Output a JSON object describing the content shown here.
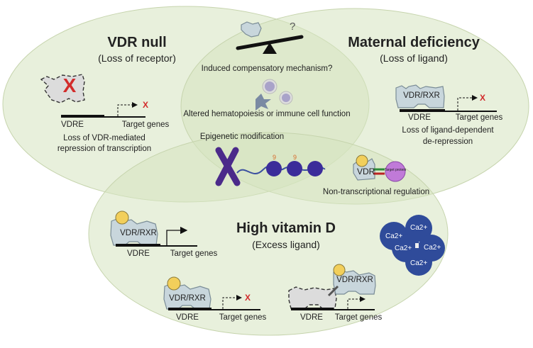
{
  "colors": {
    "ellipse_fill": "#d6e3bf",
    "x_mark": "#d22b2b",
    "ligand": "#f2cf5b",
    "calcium": "#2f4b9a",
    "chromosome": "#4b2a8a"
  },
  "vdr_null": {
    "title": "VDR null",
    "subtitle": "(Loss of receptor)",
    "vdre": "VDRE",
    "target": "Target genes",
    "x_mark": "X",
    "desc_line1": "Loss of VDR-mediated",
    "desc_line2": "repression of transcription"
  },
  "maternal": {
    "title": "Maternal deficiency",
    "subtitle": "(Loss of ligand)",
    "protein": "VDR/RXR",
    "vdre": "VDRE",
    "target": "Target genes",
    "x_mark": "X",
    "desc_line1": "Loss of ligand-dependent",
    "desc_line2": "de-repression"
  },
  "center": {
    "question": "?",
    "compensatory": "Induced compensatory mechanism?",
    "hematopoiesis": "Altered hematopoiesis or immune cell function",
    "epigenetic": "Epigenetic modification",
    "vdr": "VDR",
    "target_protein": "Target protein",
    "non_transcriptional": "Non-transcriptional regulation"
  },
  "high_vitd": {
    "title": "High vitamin D",
    "subtitle": "(Excess ligand)",
    "panel1": {
      "protein": "VDR/RXR",
      "vdre": "VDRE",
      "target": "Target genes"
    },
    "panel2": {
      "protein": "VDR/RXR",
      "vdre": "VDRE",
      "target": "Target genes",
      "x_mark": "X"
    },
    "panel3": {
      "protein": "VDR/RXR",
      "vdre": "VDRE",
      "target": "Target genes"
    },
    "calcium": [
      "Ca2+",
      "Ca2+",
      "Ca2+",
      "Ca2+",
      "Ca2+"
    ]
  }
}
